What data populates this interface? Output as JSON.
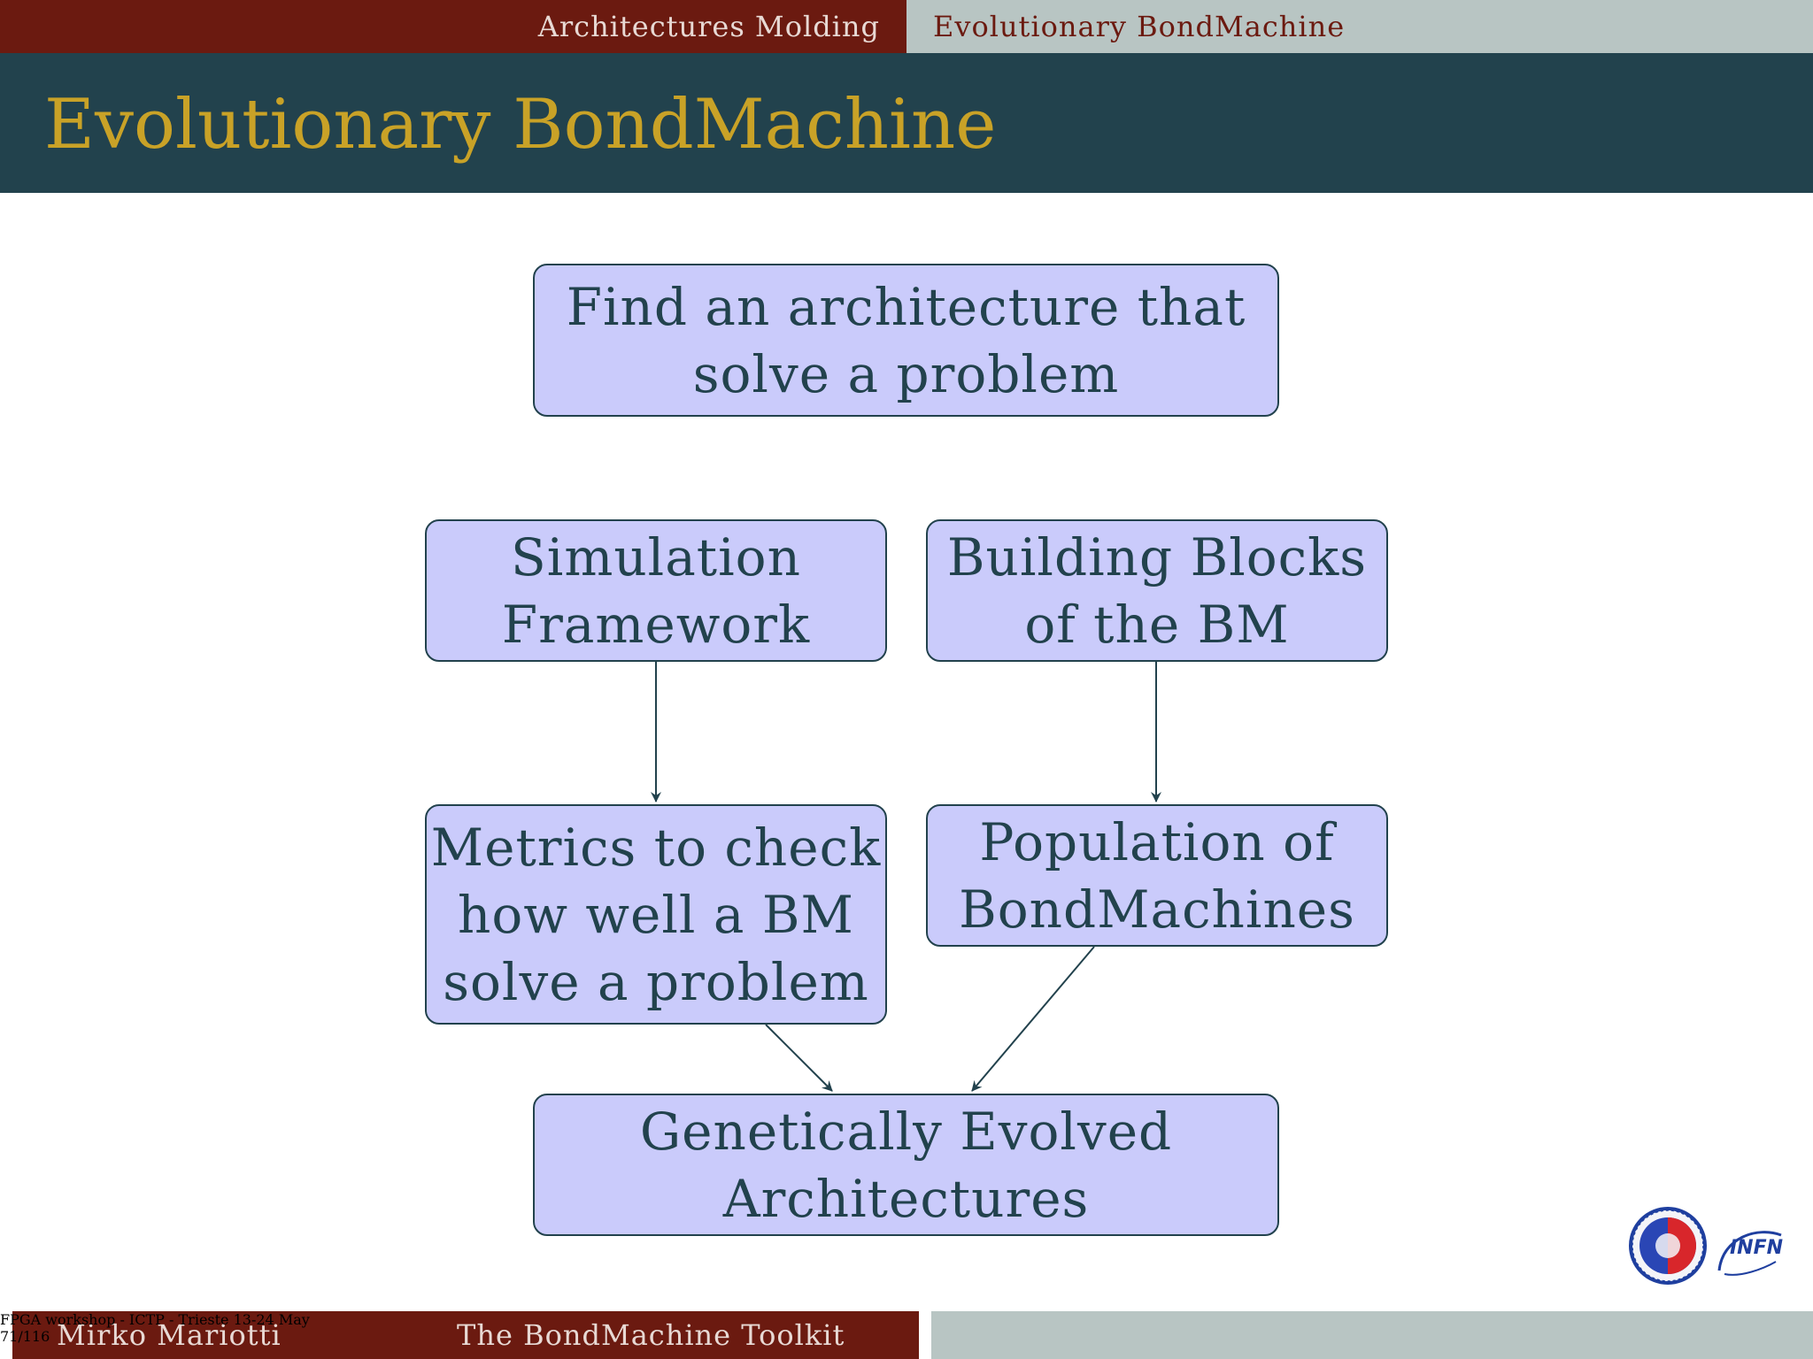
{
  "header": {
    "section": "Architectures Molding",
    "subsection": "Evolutionary BondMachine"
  },
  "slide": {
    "title": "Evolutionary BondMachine"
  },
  "diagram": {
    "nodes": {
      "goal": "Find an architecture that\nsolve a problem",
      "simulation": "Simulation\nFramework",
      "blocks": "Building Blocks\nof the BM",
      "metrics": "Metrics to check\nhow well a BM\nsolve a problem",
      "population": "Population of\nBondMachines",
      "result": "Genetically Evolved\nArchitectures"
    }
  },
  "footer": {
    "author": "Mirko Mariotti",
    "document": "The BondMachine Toolkit",
    "event": "FPGA workshop - ICTP - Trieste 13-24 May",
    "page": "71/116"
  },
  "logos": {
    "university_seal": "university-seal",
    "infn_text": "INFN"
  },
  "colors": {
    "header_red": "#6b1a10",
    "header_gray": "#b8c5c3",
    "title_bg": "#22424d",
    "title_text": "#c9a227",
    "node_fill": "#cacbfb",
    "node_border": "#22424d"
  }
}
